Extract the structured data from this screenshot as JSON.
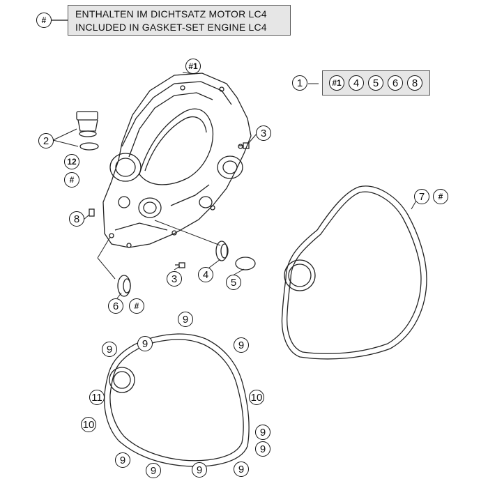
{
  "legend": {
    "symbol": "#",
    "line_de": "ENTHALTEN IM DICHTSATZ MOTOR LC4",
    "line_en": "INCLUDED IN GASKET-SET ENGINE LC4"
  },
  "callouts": {
    "cover": "#1",
    "kit_main": "1",
    "kit_items": [
      "#1",
      "4",
      "5",
      "6",
      "8"
    ],
    "oil_plug": "2",
    "oring_num": "12",
    "oring_hash": "#",
    "screw_top": "3",
    "screw_bottom": "3",
    "bolt_side": "8",
    "seal": "4",
    "cap": "5",
    "seal_lower_num": "6",
    "seal_lower_hash": "#",
    "gasket_right_num": "7",
    "gasket_right_hash": "#",
    "g9_top": "9",
    "g9_left_top": "9",
    "g9_mid_top": "9",
    "g9_right_top": "9",
    "g11": "11",
    "g10_right": "10",
    "g10_left": "10",
    "g9_right_low": "9",
    "g9_right_bottom": "9",
    "g9_bottom_left": "9",
    "g9_bottom_mid": "9",
    "g9_bottom_midright": "9",
    "g9_bottom_right": "9"
  }
}
